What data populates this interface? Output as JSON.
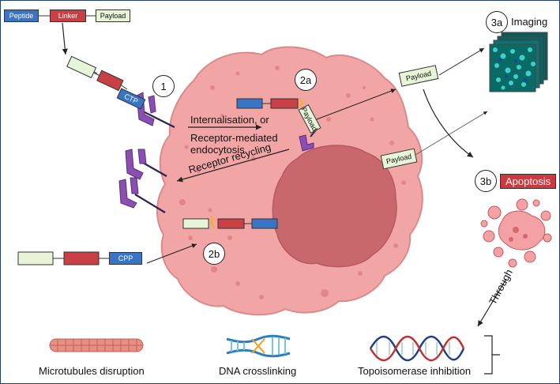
{
  "legend": {
    "peptide": "Peptide",
    "linker": "Linker",
    "payload": "Payload"
  },
  "labels": {
    "ctp": "CTP",
    "cpp": "CPP",
    "payload_inside": "Payload",
    "payload_exit1": "Payload",
    "payload_exit2": "Payload",
    "internalisation": "Internalisation, or",
    "receptor_mediated": "Receptor-mediated",
    "endocytosis": "endocytosis",
    "receptor_recycling": "Receptor recycling",
    "imaging": "Imaging",
    "apoptosis": "Apoptosis",
    "through": "Through",
    "microtubules": "Microtubules disruption",
    "dna": "DNA crosslinking",
    "topo": "Topoisomerase inhibition"
  },
  "steps": {
    "s1": "1",
    "s2a": "2a",
    "s2b": "2b",
    "s3a": "3a",
    "s3b": "3b"
  },
  "colors": {
    "peptide": "#3a74c4",
    "linker": "#c94044",
    "payload": "#e7f4d8",
    "cell": "#f2a5a5",
    "nucleus": "#c9686c",
    "receptor": "#8a4fb0",
    "apoptosis_bg": "#cc3a3f",
    "frame": "#1f3f7a"
  }
}
